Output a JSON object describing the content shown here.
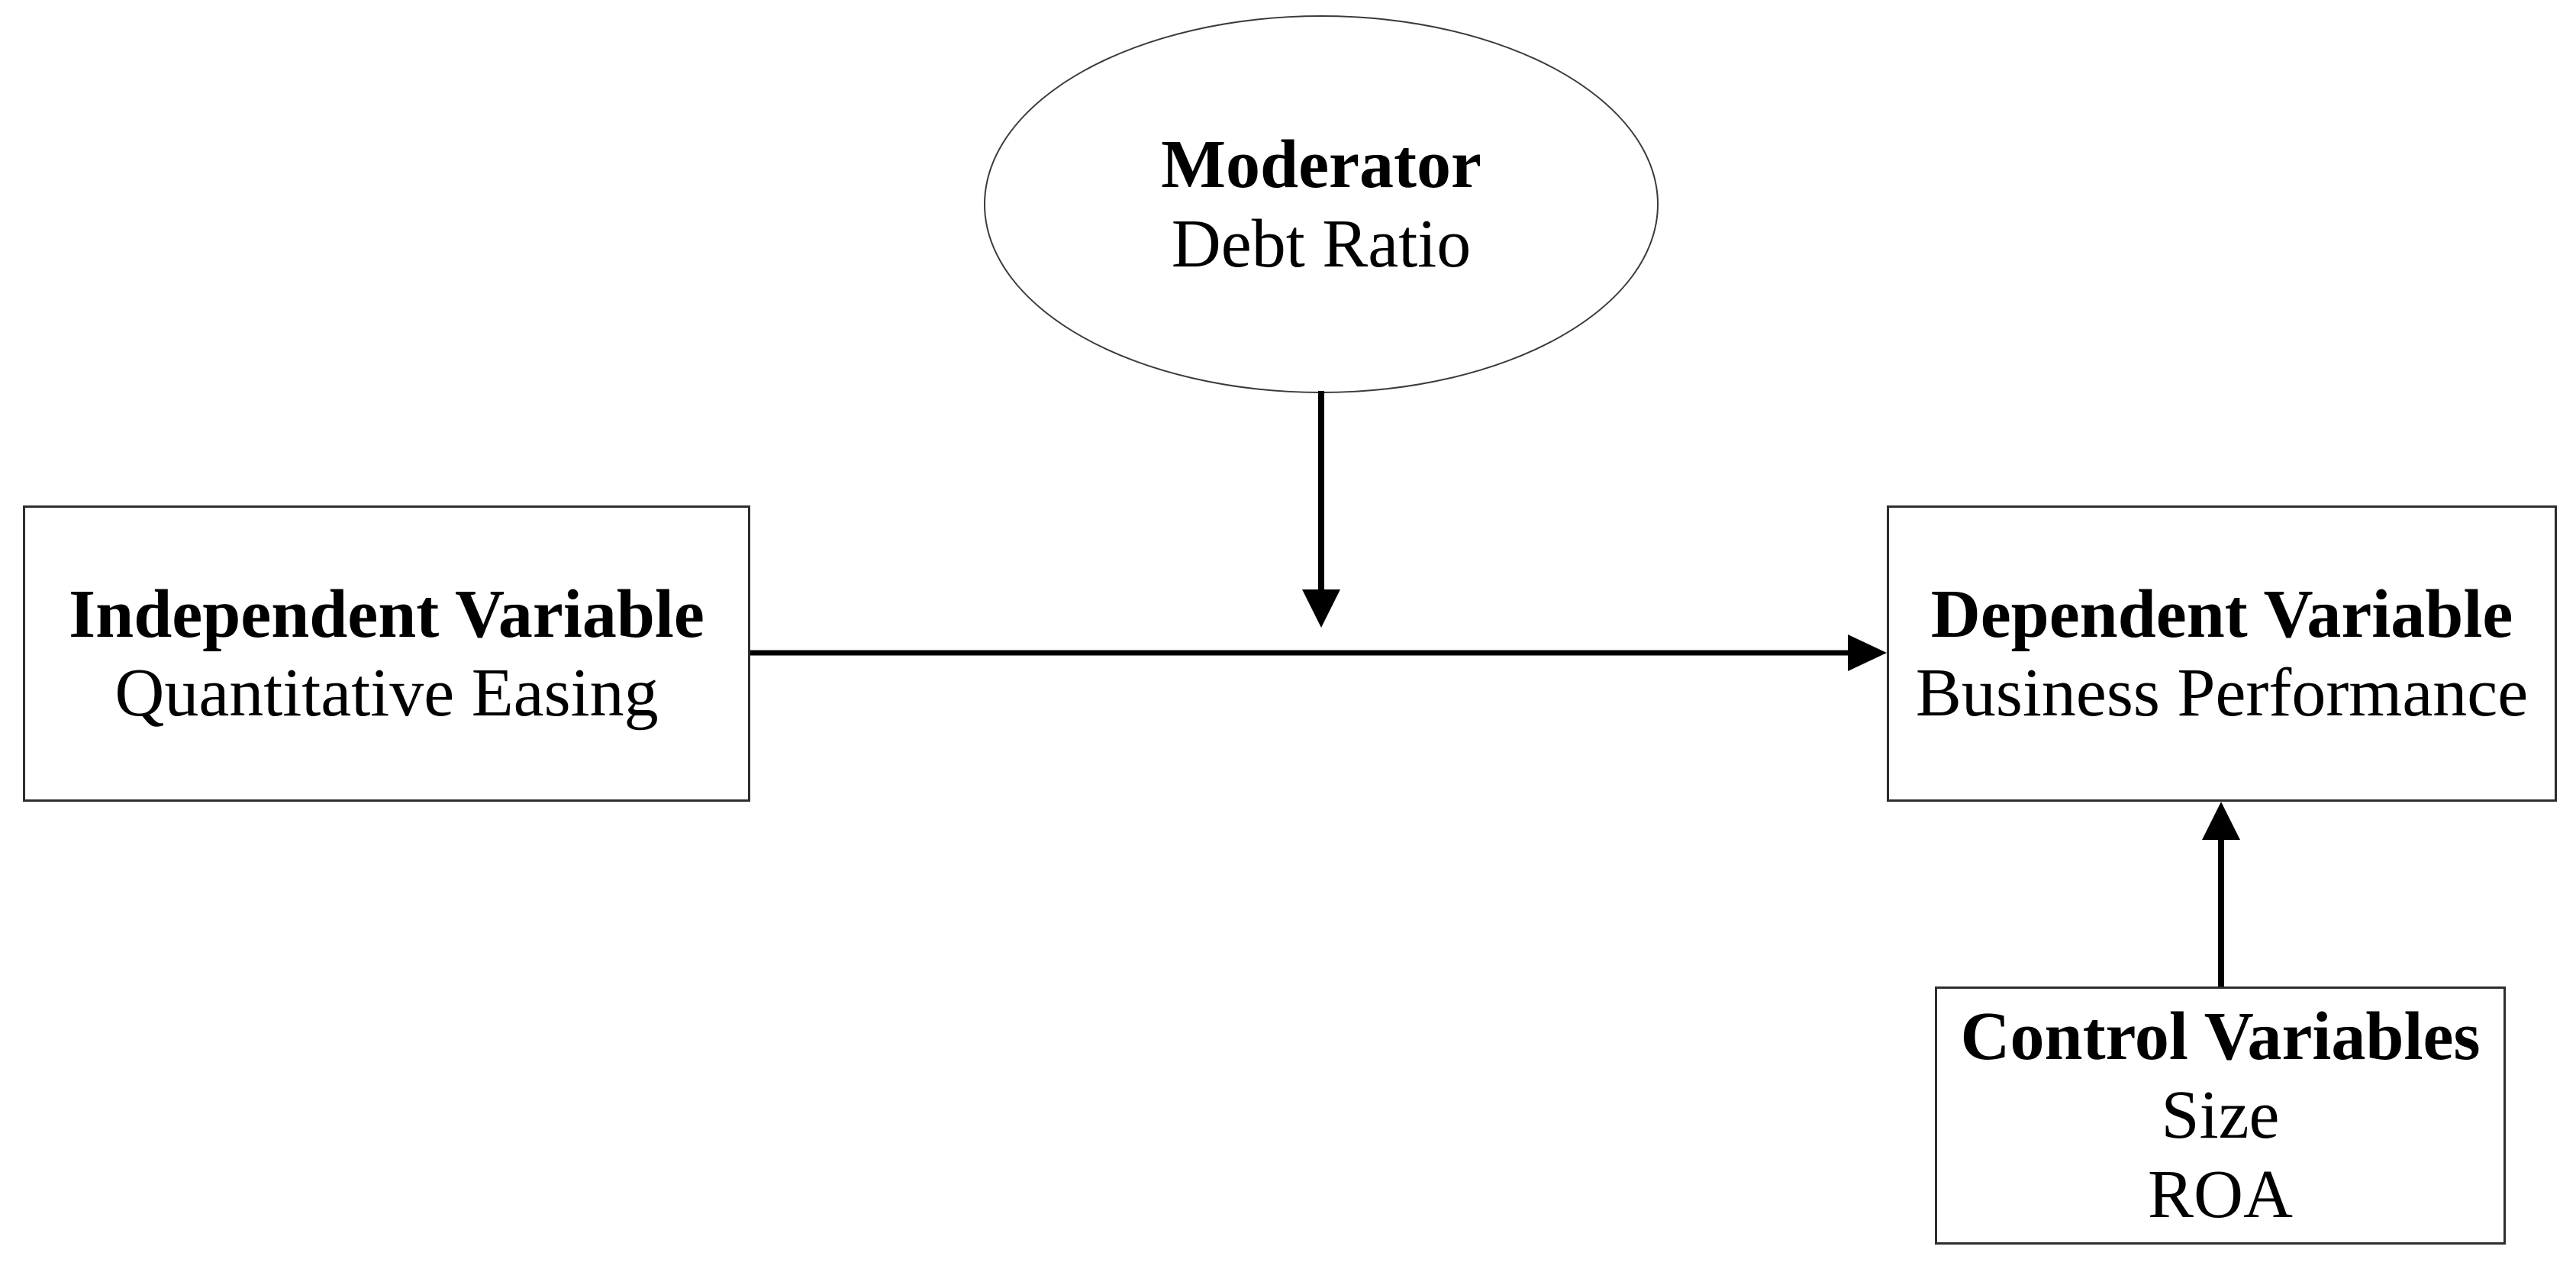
{
  "nodes": {
    "moderator": {
      "label": "Moderator",
      "variable": "Debt Ratio"
    },
    "independent": {
      "label": "Independent Variable",
      "variable": "Quantitative Easing"
    },
    "dependent": {
      "label": "Dependent Variable",
      "variable": "Business Performance"
    },
    "control": {
      "label": "Control Variables",
      "variables": [
        "Size",
        "ROA"
      ]
    }
  },
  "edges": [
    {
      "from": "Independent Variable",
      "to": "Dependent Variable",
      "type": "direct-effect-arrow"
    },
    {
      "from": "Moderator",
      "to": "Independent Variable -> Dependent Variable path",
      "type": "moderation-arrow"
    },
    {
      "from": "Control Variables",
      "to": "Dependent Variable",
      "type": "control-effect-arrow"
    }
  ],
  "colors": {
    "line": "#000000",
    "arrowhead": "#000000",
    "box_border": "#2e2e2e",
    "ellipse_border": "#3a3a3a",
    "text": "#000000",
    "background": "#ffffff"
  }
}
